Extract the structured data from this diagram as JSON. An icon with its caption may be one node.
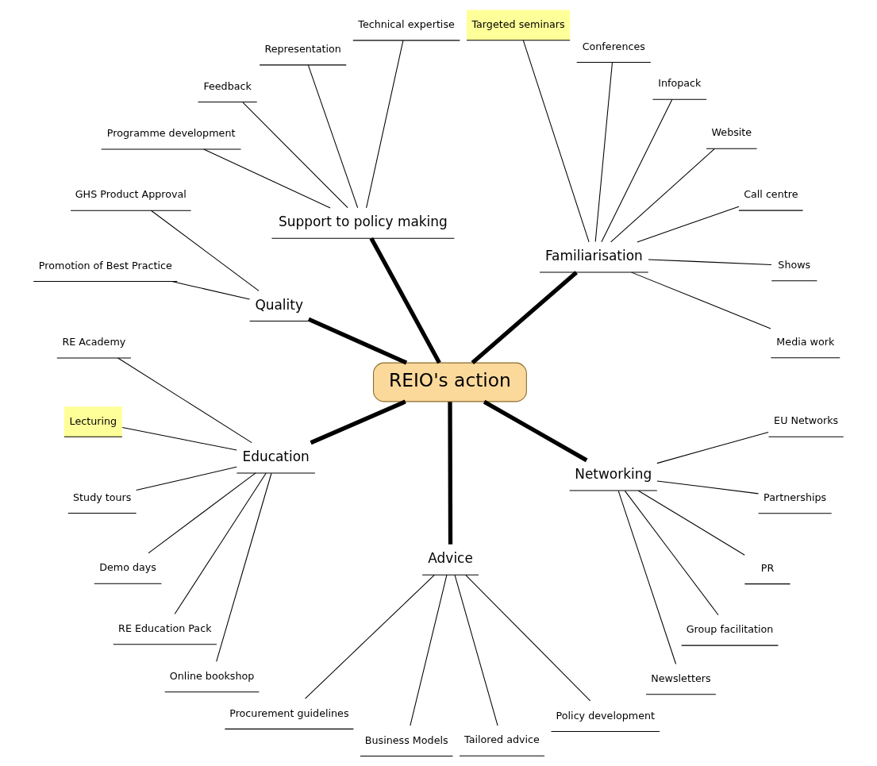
{
  "diagram": {
    "nodes": [
      {
        "text": [
          "REIO's action"
        ]
      },
      {
        "text": [
          "Familiarisation"
        ]
      },
      {
        "text": [
          "Media work"
        ]
      },
      {
        "text": [
          "Shows"
        ]
      },
      {
        "text": [
          "Call centre"
        ]
      },
      {
        "text": [
          "Website"
        ]
      },
      {
        "text": [
          "Infopack"
        ]
      },
      {
        "text": [
          "Conferences"
        ]
      },
      {
        "text": [
          "Targeted seminars"
        ]
      },
      {
        "text": [
          "Support to policy making"
        ]
      },
      {
        "text": [
          "Technical expertise"
        ]
      },
      {
        "text": [
          "Representation"
        ]
      },
      {
        "text": [
          "Feedback"
        ]
      },
      {
        "text": [
          "Programme development"
        ]
      },
      {
        "text": [
          "Quality"
        ]
      },
      {
        "text": [
          "GHS Product Approval"
        ]
      },
      {
        "text": [
          "Promotion of Best Practice"
        ]
      },
      {
        "text": [
          "Education"
        ]
      },
      {
        "text": [
          "RE Academy"
        ]
      },
      {
        "text": [
          "Lecturing"
        ]
      },
      {
        "text": [
          "Study tours"
        ]
      },
      {
        "text": [
          "Demo days"
        ]
      },
      {
        "text": [
          "RE Education Pack"
        ]
      },
      {
        "text": [
          "Online bookshop"
        ]
      },
      {
        "text": [
          "Advice"
        ]
      },
      {
        "text": [
          "Procurement guidelines"
        ]
      },
      {
        "text": [
          "Business Models"
        ]
      },
      {
        "text": [
          "Tailored advice"
        ]
      },
      {
        "text": [
          "Policy development"
        ]
      },
      {
        "text": [
          "Networking"
        ]
      },
      {
        "text": [
          "Newsletters"
        ]
      },
      {
        "text": [
          "Group facilitation"
        ]
      },
      {
        "text": [
          "PR"
        ]
      },
      {
        "text": [
          "Partnerships"
        ]
      },
      {
        "text": [
          "EU Networks"
        ]
      }
    ],
    "edges": [
      {
        "from": 0,
        "to": 1,
        "arrow": "none",
        "style": "thick"
      },
      {
        "from": 1,
        "to": 2,
        "arrow": "none"
      },
      {
        "from": 1,
        "to": 3,
        "arrow": "none"
      },
      {
        "from": 1,
        "to": 4,
        "arrow": "none"
      },
      {
        "from": 1,
        "to": 5,
        "arrow": "none"
      },
      {
        "from": 1,
        "to": 6,
        "arrow": "none"
      },
      {
        "from": 1,
        "to": 7,
        "arrow": "none"
      },
      {
        "from": 1,
        "to": 8,
        "arrow": "none"
      },
      {
        "from": 0,
        "to": 9,
        "arrow": "none",
        "style": "thick"
      },
      {
        "from": 9,
        "to": 10,
        "arrow": "none"
      },
      {
        "from": 9,
        "to": 11,
        "arrow": "none"
      },
      {
        "from": 9,
        "to": 12,
        "arrow": "none"
      },
      {
        "from": 9,
        "to": 13,
        "arrow": "none"
      },
      {
        "from": 0,
        "to": 14,
        "arrow": "none",
        "style": "thick"
      },
      {
        "from": 14,
        "to": 15,
        "arrow": "none"
      },
      {
        "from": 14,
        "to": 16,
        "arrow": "none"
      },
      {
        "from": 0,
        "to": 17,
        "arrow": "none",
        "style": "thick"
      },
      {
        "from": 17,
        "to": 18,
        "arrow": "none"
      },
      {
        "from": 17,
        "to": 19,
        "arrow": "none"
      },
      {
        "from": 17,
        "to": 20,
        "arrow": "none"
      },
      {
        "from": 17,
        "to": 21,
        "arrow": "none"
      },
      {
        "from": 17,
        "to": 22,
        "arrow": "none"
      },
      {
        "from": 17,
        "to": 23,
        "arrow": "none"
      },
      {
        "from": 0,
        "to": 24,
        "arrow": "none",
        "style": "thick"
      },
      {
        "from": 24,
        "to": 25,
        "arrow": "none"
      },
      {
        "from": 24,
        "to": 26,
        "arrow": "none"
      },
      {
        "from": 24,
        "to": 27,
        "arrow": "none"
      },
      {
        "from": 24,
        "to": 28,
        "arrow": "none"
      },
      {
        "from": 0,
        "to": 29,
        "arrow": "none",
        "style": "thick"
      },
      {
        "from": 29,
        "to": 30,
        "arrow": "none"
      },
      {
        "from": 29,
        "to": 31,
        "arrow": "none"
      },
      {
        "from": 29,
        "to": 32,
        "arrow": "none"
      },
      {
        "from": 29,
        "to": 33,
        "arrow": "none"
      },
      {
        "from": 29,
        "to": 34,
        "arrow": "none"
      }
    ]
  }
}
